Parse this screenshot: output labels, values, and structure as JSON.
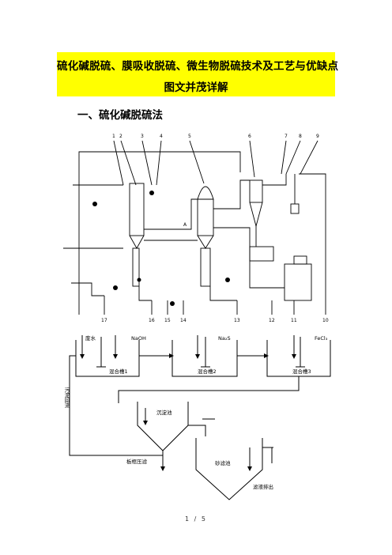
{
  "document": {
    "title_line1": "硫化碱脱硫、膜吸收脱硫、微生物脱硫技术及工艺与优缺点",
    "title_line2": "图文并茂详解",
    "section_heading": "一、硫化碱脱硫法",
    "page_number": "1 / 5"
  },
  "process_flow_diagram": {
    "callout_numbers_top": [
      "1",
      "2",
      "3",
      "4",
      "5",
      "6",
      "7",
      "8",
      "9"
    ],
    "callout_numbers_bottom": [
      "17",
      "16",
      "15",
      "14",
      "13",
      "12",
      "11",
      "10"
    ],
    "stream_label": "A"
  },
  "treatment_diagram": {
    "tanks": [
      {
        "label": "混合槽1",
        "inputs": [
          "废水",
          "NaOH"
        ]
      },
      {
        "label": "混合槽2",
        "inputs": [
          "Na₂S"
        ]
      },
      {
        "label": "混合槽3",
        "inputs": [
          "FeCl₃"
        ]
      }
    ],
    "settler1_label": "沉淀池",
    "settler2_label": "砂滤池",
    "sludge_return_label": "污泥回流",
    "sludge_press_label": "板框压滤",
    "effluent_label": "滤液排出"
  }
}
